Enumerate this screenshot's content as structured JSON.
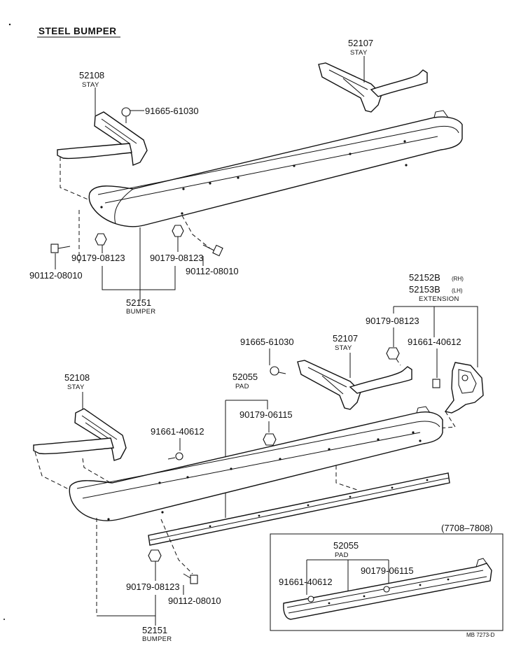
{
  "title": "STEEL BUMPER",
  "labels": {
    "stay_upper_right_pn": "52107",
    "stay_upper_right_name": "STAY",
    "stay_upper_left_pn": "52108",
    "stay_upper_left_name": "STAY",
    "screw_upper": "91665-61030",
    "nut_upper_left": "90179-08123",
    "nut_upper_right": "90179-08123",
    "bolt_upper_left": "90112-08010",
    "bolt_upper_right": "90112-08010",
    "bumper_upper_pn": "52151",
    "bumper_upper_name": "BUMPER",
    "ext_rh_pn": "52152B",
    "ext_rh_side": "(RH)",
    "ext_lh_pn": "52153B",
    "ext_lh_side": "(LH)",
    "ext_name": "EXTENSION",
    "nut_ext": "90179-08123",
    "screw_ext": "91661-40612",
    "screw_lower": "91665-61030",
    "stay_lower_right_pn": "52107",
    "stay_lower_right_name": "STAY",
    "pad_pn": "52055",
    "pad_name": "PAD",
    "stay_lower_left_pn": "52108",
    "stay_lower_left_name": "STAY",
    "nut_pad": "90179-06115",
    "screw_lower_left": "91661-40612",
    "nut_lower": "90179-08123",
    "bolt_lower": "90112-08010",
    "bumper_lower_pn": "52151",
    "bumper_lower_name": "BUMPER",
    "inset_range": "(7708–7808)",
    "inset_pad_pn": "52055",
    "inset_pad_name": "PAD",
    "inset_screw": "91661-40612",
    "inset_nut": "90179-06115",
    "catalog_ref": "MB 7273-D"
  }
}
